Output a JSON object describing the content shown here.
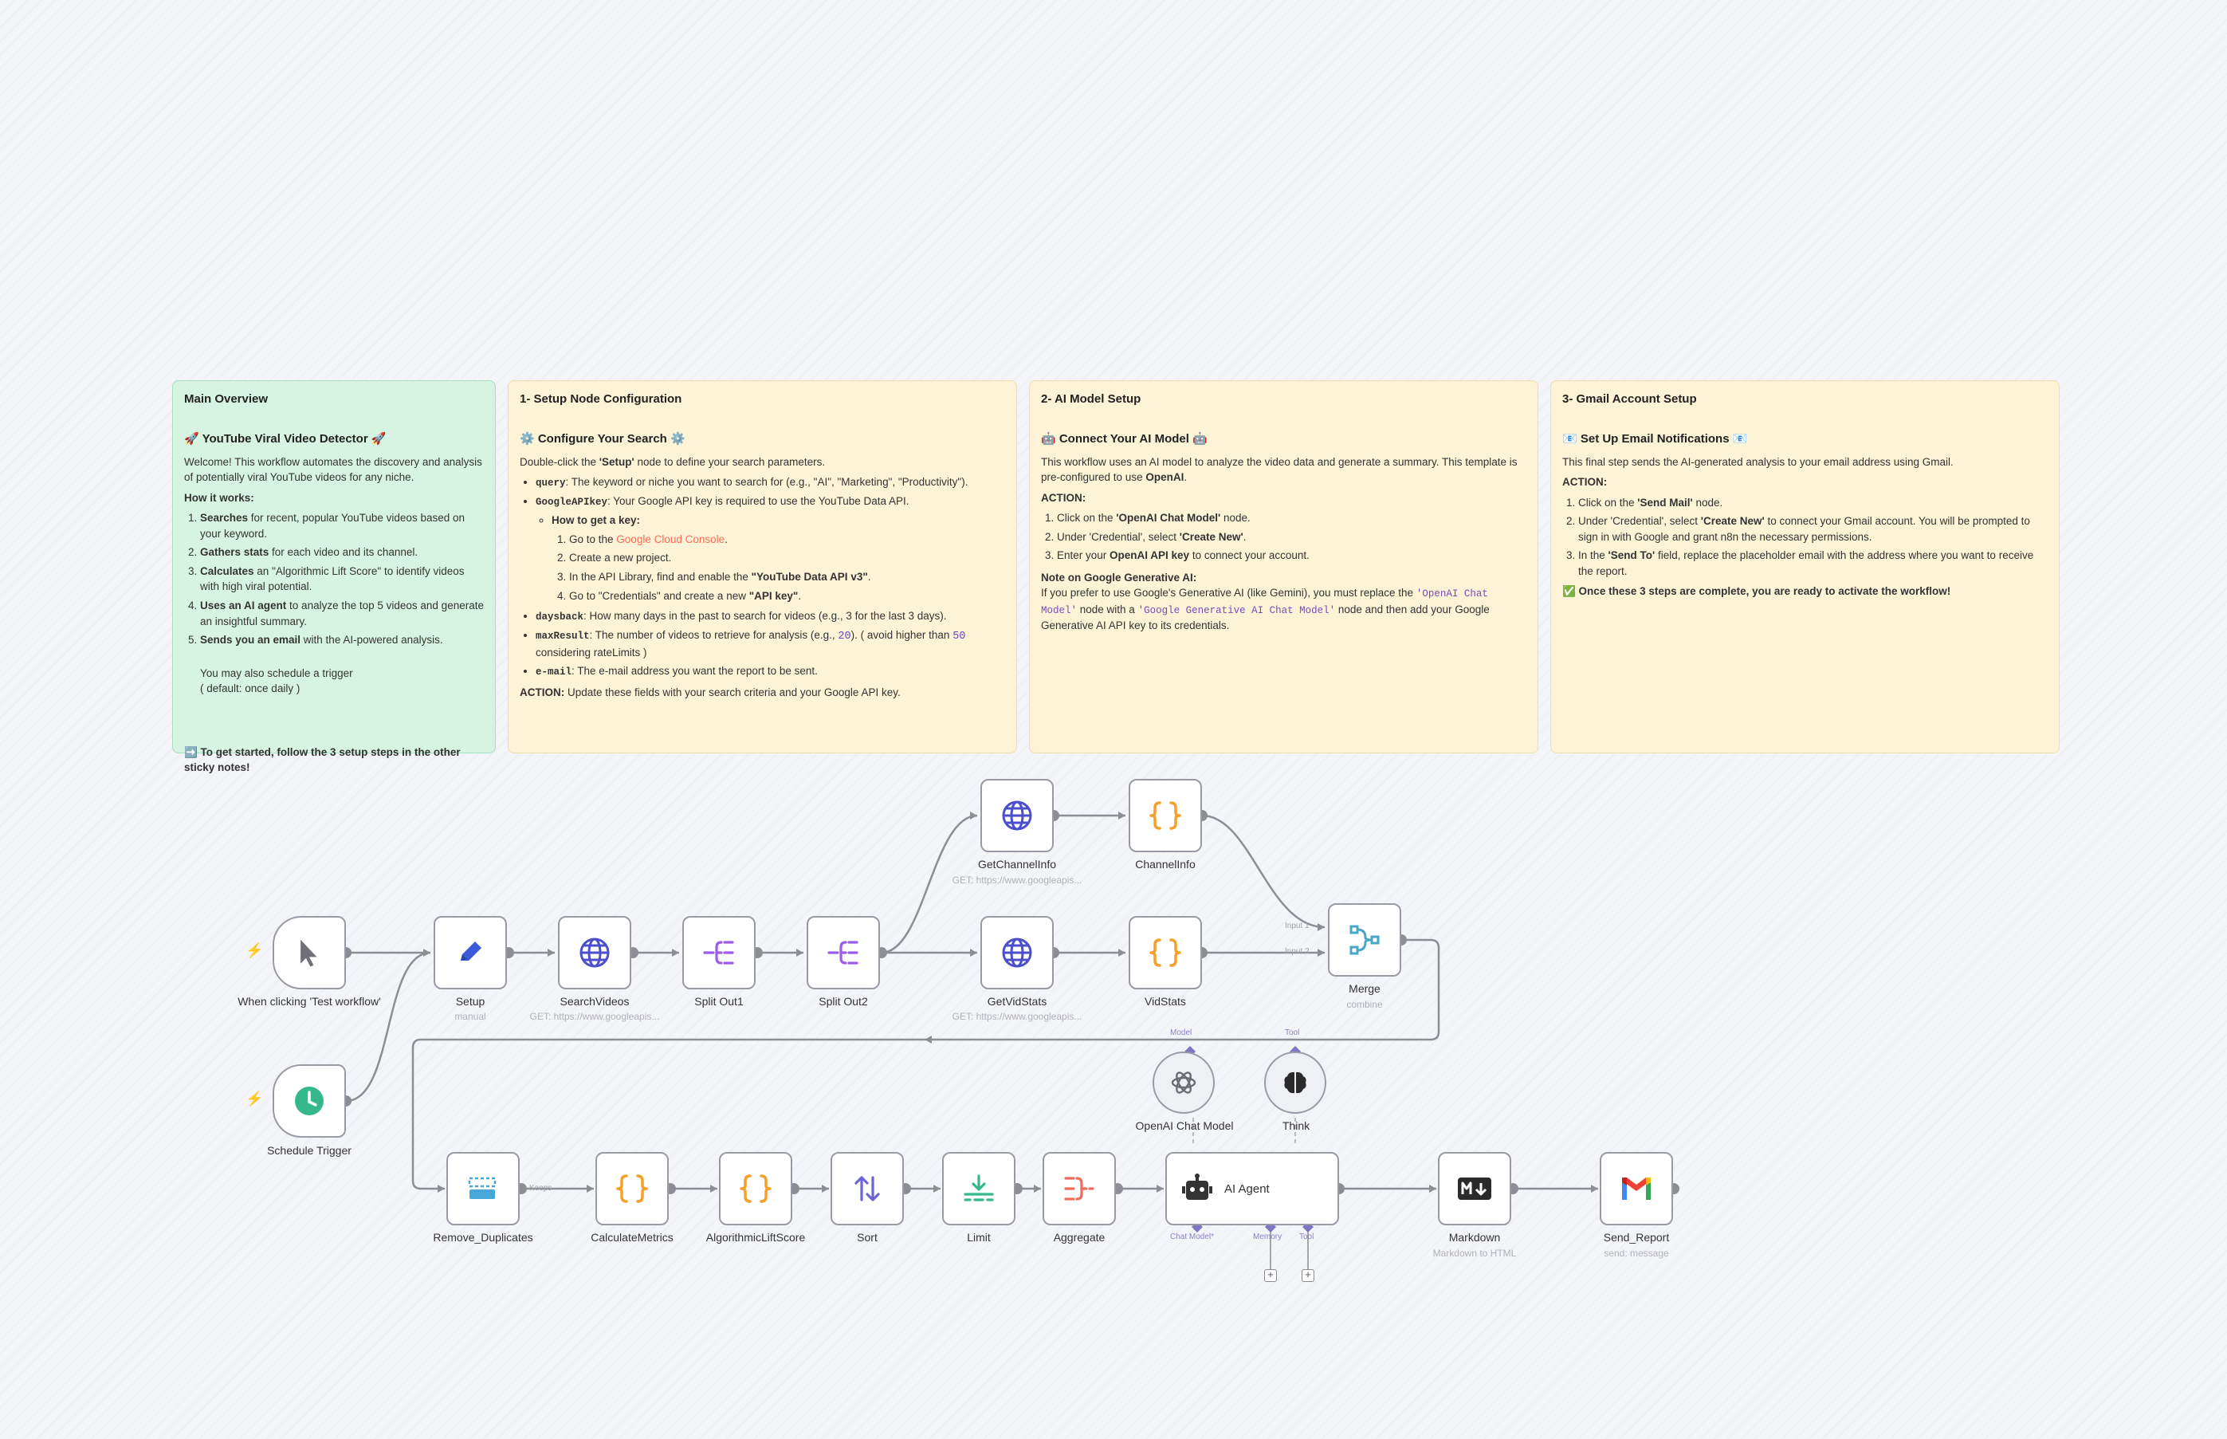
{
  "notes": {
    "overview": {
      "title": "Main Overview",
      "heading": "🚀 YouTube Viral Video Detector 🚀",
      "intro": "Welcome! This workflow automates the discovery and analysis of potentially viral YouTube videos for any niche.",
      "how_label": "How it works:",
      "steps": [
        {
          "bold": "Searches",
          "rest": " for recent, popular YouTube videos based on your keyword."
        },
        {
          "bold": "Gathers stats",
          "rest": " for each video and its channel."
        },
        {
          "bold": "Calculates",
          "rest": " an \"Algorithmic Lift Score\" to identify videos with high viral potential."
        },
        {
          "bold": "Uses an AI agent",
          "rest": " to analyze the top 5 videos and generate an insightful summary."
        },
        {
          "bold": "Sends you an email",
          "rest": " with the AI-powered analysis."
        }
      ],
      "schedule_1": "You may also schedule a trigger",
      "schedule_2": "( default: once daily )",
      "footer": "➡️ To get started, follow the 3 setup steps in the other sticky notes!"
    },
    "setup": {
      "title": "1- Setup Node Configuration",
      "heading": "⚙️ Configure Your Search ⚙️",
      "intro_a": "Double-click the ",
      "intro_b": "'Setup'",
      "intro_c": " node to define your search parameters.",
      "query_key": "query",
      "query_text": ": The keyword or niche you want to search for (e.g., \"AI\", \"Marketing\", \"Productivity\").",
      "api_key": "GoogleAPIkey",
      "api_text": ": Your Google API key is required to use the YouTube Data API.",
      "how_get": "How to get a key:",
      "get_1a": "Go to the ",
      "get_1b": "Google Cloud Console",
      "get_1c": ".",
      "get_2": "Create a new project.",
      "get_3a": "In the API Library, find and enable the ",
      "get_3b": "\"YouTube Data API v3\"",
      "get_3c": ".",
      "get_4a": "Go to \"Credentials\" and create a new ",
      "get_4b": "\"API key\"",
      "get_4c": ".",
      "daysback_key": "daysback",
      "daysback_text": ": How many days in the past to search for videos (e.g., 3 for the last 3 days).",
      "max_key": "maxResult",
      "max_text_a": ": The number of videos to retrieve for analysis (e.g., ",
      "max_num_1": "20",
      "max_text_b": "). ( avoid higher than ",
      "max_num_2": "50",
      "max_text_c": " considering rateLimits )",
      "email_key": "e-mail",
      "email_text": ": The e-mail address you want the report to be sent.",
      "action_a": "ACTION:",
      "action_b": " Update these fields with your search criteria and your Google API key."
    },
    "ai": {
      "title": "2- AI Model Setup",
      "heading": "🤖 Connect Your AI Model 🤖",
      "intro_a": "This workflow uses an AI model to analyze the video data and generate a summary. This template is pre-configured to use ",
      "intro_b": "OpenAI",
      "intro_c": ".",
      "action": "ACTION:",
      "s1a": "Click on the ",
      "s1b": "'OpenAI Chat Model'",
      "s1c": " node.",
      "s2a": "Under 'Credential', select ",
      "s2b": "'Create New'",
      "s2c": ".",
      "s3a": "Enter your ",
      "s3b": "OpenAI API key",
      "s3c": " to connect your account.",
      "note_head": "Note on Google Generative AI:",
      "note_a": "If you prefer to use Google's Generative AI (like Gemini), you must replace the ",
      "note_b": "'OpenAI Chat Model'",
      "note_c": " node with a ",
      "note_d": "'Google Generative AI Chat Model'",
      "note_e": " node and then add your Google Generative AI API key to its credentials."
    },
    "gmail": {
      "title": "3- Gmail Account Setup",
      "heading": "📧 Set Up Email Notifications 📧",
      "intro": "This final step sends the AI-generated analysis to your email address using Gmail.",
      "action": "ACTION:",
      "s1a": "Click on the ",
      "s1b": "'Send Mail'",
      "s1c": " node.",
      "s2a": "Under 'Credential', select ",
      "s2b": "'Create New'",
      "s2c": " to connect your Gmail account. You will be prompted to sign in with Google and grant n8n the necessary permissions.",
      "s3a": "In the ",
      "s3b": "'Send To'",
      "s3c": " field, replace the placeholder email with the address where you want to receive the report.",
      "footer": "✅ Once these 3 steps are complete, you are ready to activate the workflow!"
    }
  },
  "nodes": {
    "manual_trigger": {
      "name": "When clicking 'Test workflow'",
      "icon": "cursor-icon"
    },
    "schedule_trigger": {
      "name": "Schedule Trigger",
      "icon": "clock-icon"
    },
    "setup": {
      "name": "Setup",
      "sub": "manual",
      "icon": "pencil-icon"
    },
    "search_videos": {
      "name": "SearchVideos",
      "sub": "GET: https://www.googleapis...",
      "icon": "globe-icon"
    },
    "split_out1": {
      "name": "Split Out1",
      "icon": "split-icon"
    },
    "split_out2": {
      "name": "Split Out2",
      "icon": "split-icon"
    },
    "get_channel_info": {
      "name": "GetChannelInfo",
      "sub": "GET: https://www.googleapis...",
      "icon": "globe-icon"
    },
    "channel_info": {
      "name": "ChannelInfo",
      "icon": "code-braces-icon"
    },
    "get_vid_stats": {
      "name": "GetVidStats",
      "sub": "GET: https://www.googleapis...",
      "icon": "globe-icon"
    },
    "vid_stats": {
      "name": "VidStats",
      "icon": "code-braces-icon"
    },
    "merge": {
      "name": "Merge",
      "sub": "combine",
      "input1": "Input 1",
      "input2": "Input 2",
      "icon": "merge-icon"
    },
    "remove_duplicates": {
      "name": "Remove_Duplicates",
      "keeps": "Keeps",
      "icon": "dedupe-icon"
    },
    "calculate_metrics": {
      "name": "CalculateMetrics",
      "icon": "code-braces-icon"
    },
    "algorithmic_lift": {
      "name": "AlgorithmicLiftScore",
      "icon": "code-braces-icon"
    },
    "sort": {
      "name": "Sort",
      "icon": "sort-icon"
    },
    "limit": {
      "name": "Limit",
      "icon": "limit-icon"
    },
    "aggregate": {
      "name": "Aggregate",
      "icon": "aggregate-icon"
    },
    "ai_agent": {
      "name": "AI Agent",
      "port_chat": "Chat Model*",
      "port_memory": "Memory",
      "port_tool": "Tool",
      "icon": "robot-icon"
    },
    "openai_chat": {
      "name": "OpenAI Chat Model",
      "port": "Model",
      "icon": "openai-icon"
    },
    "think": {
      "name": "Think",
      "port": "Tool",
      "icon": "brain-icon"
    },
    "markdown": {
      "name": "Markdown",
      "sub": "Markdown to HTML",
      "icon": "markdown-icon"
    },
    "send_report": {
      "name": "Send_Report",
      "sub": "send: message",
      "icon": "gmail-icon"
    }
  },
  "plus_symbol": "+",
  "colors": {
    "wire": "#8d8d96",
    "node_border": "#9a9aa6",
    "code_orange": "#f4a02a",
    "globe_blue": "#4b4fc9",
    "split_purple": "#9b5de5",
    "trigger_bolt": "#ff6d5a",
    "clock_green": "#35b98c",
    "sticky_green": "#d7f4e3",
    "sticky_yellow": "#fdf3d7"
  }
}
